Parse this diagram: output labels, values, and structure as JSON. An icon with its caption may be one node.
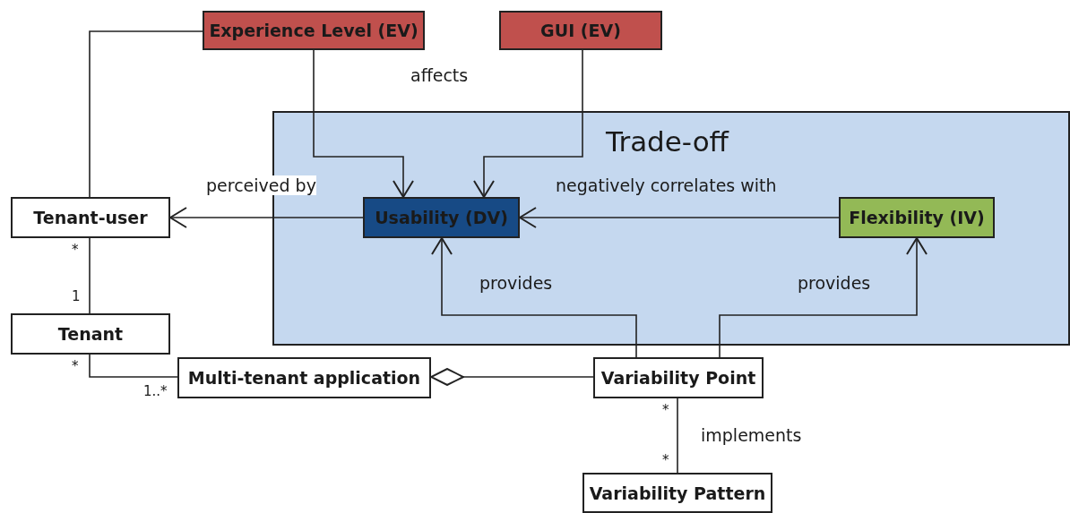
{
  "diagram": {
    "nodes": [
      {
        "text": [
          "Experience Level (EV)"
        ]
      },
      {
        "text": [
          "GUI (EV)"
        ]
      },
      {
        "text": [
          "Trade-off"
        ]
      },
      {
        "text": [
          "Tenant-user"
        ]
      },
      {
        "text": [
          "Usability (DV)"
        ],
        "in": 2
      },
      {
        "text": [
          "Flexibility (IV)"
        ],
        "in": 2
      },
      {
        "text": [
          "Tenant"
        ]
      },
      {
        "text": [
          "Multi-tenant application"
        ]
      },
      {
        "text": [
          "Variability Point"
        ]
      },
      {
        "text": [
          "Variability Pattern"
        ]
      }
    ],
    "edges": [
      {
        "from": 0,
        "to": 4,
        "arrow": "to"
      },
      {
        "from": 1,
        "to": 4,
        "arrow": "to"
      },
      {
        "from": 4,
        "to": 3,
        "arrow": "to",
        "label": "perceived by"
      },
      {
        "from": 5,
        "to": 4,
        "arrow": "to",
        "label": "negatively correlates with"
      },
      {
        "from": 3,
        "to": 0,
        "arrow": "none"
      },
      {
        "from": 3,
        "to": 6,
        "arrow": "none"
      },
      {
        "from": 6,
        "to": 7,
        "arrow": "none"
      },
      {
        "from": 8,
        "to": 7,
        "arrow": "other"
      },
      {
        "from": 8,
        "to": 4,
        "arrow": "to",
        "label": "provides"
      },
      {
        "from": 8,
        "to": 5,
        "arrow": "to",
        "label": "provides"
      },
      {
        "from": 8,
        "to": 9,
        "arrow": "none",
        "label": "implements"
      }
    ],
    "labels": [
      "affects",
      "*",
      "1",
      "*",
      "1..*",
      "*",
      "*"
    ]
  }
}
